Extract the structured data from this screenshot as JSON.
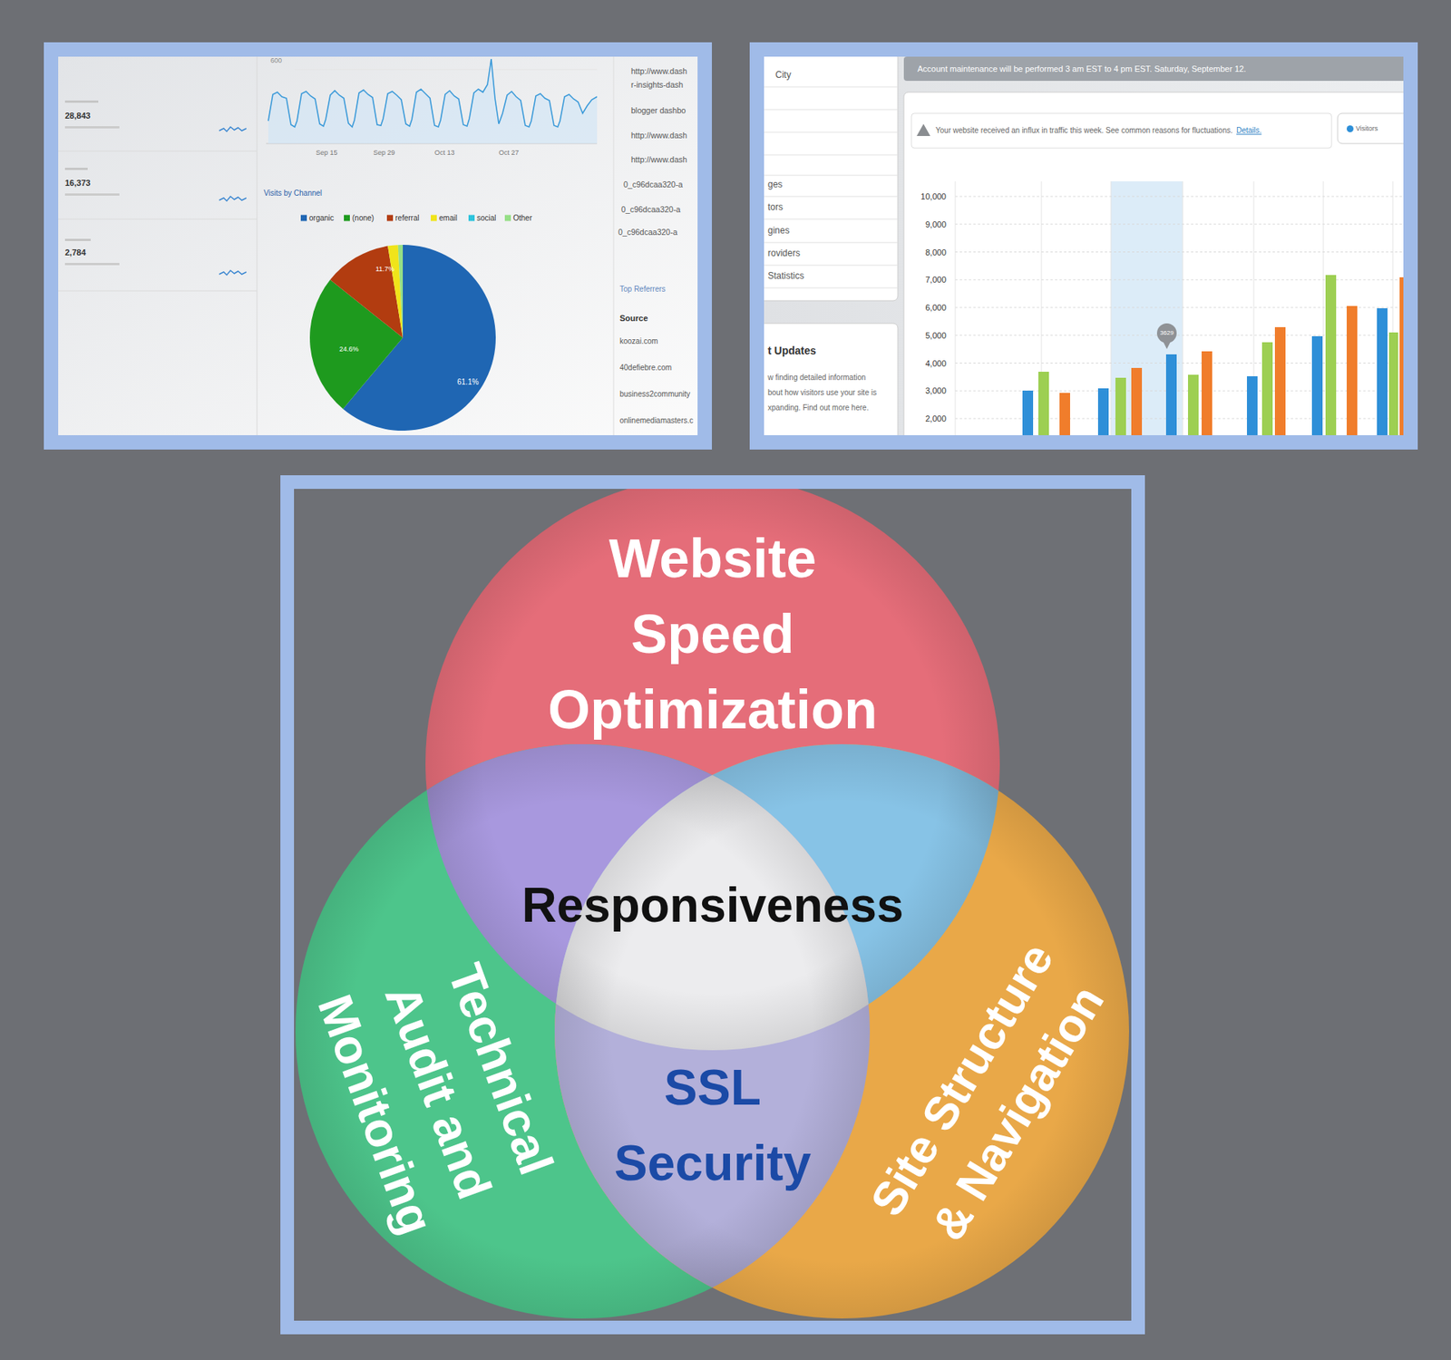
{
  "diagram": {
    "nodes": [
      {
        "text": [
          "Website Speed Optimization"
        ]
      },
      {
        "text": [
          "Responsiveness"
        ]
      },
      {
        "text": [
          "Technical Audit and Monitoring"
        ]
      },
      {
        "text": [
          "SSL Security"
        ]
      },
      {
        "text": [
          "Site Structure & Navigation"
        ]
      }
    ],
    "labels": [
      "600",
      "28,843",
      "16,373",
      "2,784",
      "Sep 15",
      "Sep 29",
      "Oct 13",
      "Oct 27",
      "Visits by Channel",
      "11.7%",
      "24.6%",
      "61.1%",
      "http://www.dash",
      "r-insights-dash",
      "blogger dashbo",
      "http://www.dash",
      "http://www.dash",
      "0_c96dcaa320-a",
      "0_c96dcaa320-a",
      "0_c96dcaa320-a",
      "Top Referrers",
      "Source",
      "koozai.com",
      "40defiebre.com",
      "business2community",
      "onlinemediamasters.c",
      "Account maintenance will be performed 3 am EST to 4 pm EST. Saturday, September 12.",
      "City",
      "ges",
      "tors",
      "gines",
      "roviders",
      "Statistics",
      "t Updates",
      "w finding detailed information",
      "bout how visitors use your site is",
      "xpanding. Find out more here.",
      "Your website received an influx in traffic this week. See common reasons for fluctuations.",
      "Details.",
      "10,000",
      "9,000",
      "8,000",
      "7,000",
      "6,000",
      "5,000",
      "4,000",
      "3,000",
      "2,000",
      "3629"
    ],
    "legend": [
      {
        "text": "organic",
        "color": "#1f66b3"
      },
      {
        "text": "(none)",
        "color": "#1e9a1e"
      },
      {
        "text": "referral",
        "color": "#b23c10"
      },
      {
        "text": "email",
        "color": "#f0e41a"
      },
      {
        "text": "social",
        "color": "#2cc3dc"
      },
      {
        "text": "Other",
        "color": "#95df86"
      },
      {
        "text": "Visitors",
        "color": "#2e8fd8"
      }
    ]
  }
}
